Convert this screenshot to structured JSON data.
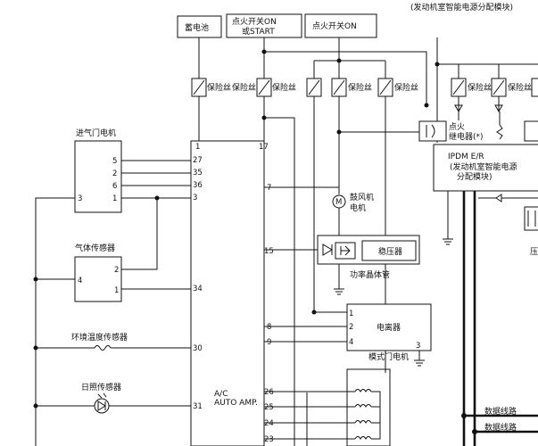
{
  "header_note": "(发动机室智能电源分配模块)",
  "top_boxes": {
    "battery": "蓄电池",
    "ign_on_start_line1": "点火开关ON",
    "ign_on_start_line2": "或START",
    "ign_on": "点火开关ON"
  },
  "fuse": "保险丝",
  "amp": {
    "line1": "A/C",
    "line2": "AUTO AMP."
  },
  "amp_pins": {
    "p1": "1",
    "p17": "17",
    "p27": "27",
    "p35": "35",
    "p36": "36",
    "p3": "3",
    "p7": "7",
    "p15": "15",
    "p34": "34",
    "p8": "8",
    "p9": "9",
    "p30": "30",
    "p31": "31",
    "p26": "26",
    "p25": "25",
    "p24": "24",
    "p23": "23"
  },
  "intake_motor": {
    "title": "进气门电机",
    "pins": [
      "5",
      "2",
      "6",
      "3",
      "1"
    ]
  },
  "gas_sensor": {
    "title": "气体传感器",
    "pins": [
      "2",
      "4",
      "1"
    ]
  },
  "ambient_sensor": "环境温度传感器",
  "sun_sensor": "日照传感器",
  "blower": {
    "line1": "鼓风机",
    "line2": "电机",
    "symbol": "M"
  },
  "power_transistor": {
    "title": "功率晶体管",
    "regulator": "稳压器"
  },
  "ionizer": {
    "label": "电离器",
    "pins": [
      "1",
      "2",
      "4",
      "3"
    ]
  },
  "mode_motor": "模式门电机",
  "ipdm": {
    "line1": "IPDM E/R",
    "line2": "(发动机室智能电源",
    "line3": "分配模块)"
  },
  "ignition_relay": {
    "line1": "点火",
    "line2": "继电器(*)"
  },
  "right_partial": "压",
  "data_lines": [
    "数据线路",
    "数据线路"
  ]
}
